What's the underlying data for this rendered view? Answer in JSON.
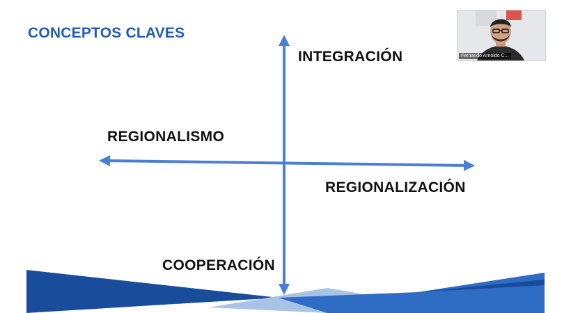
{
  "slide": {
    "title": "CONCEPTOS CLAVES",
    "terms": {
      "top": "INTEGRACIÓN",
      "left": "REGIONALISMO",
      "right": "REGIONALIZACIÓN",
      "bottom": "COOPERACIÓN"
    },
    "colors": {
      "title": "#1f5bb8",
      "axis": "#4a7fd4",
      "band_dark": "#1a4c9c",
      "band_mid": "#2f6cc4",
      "band_light": "#a9c3e6"
    }
  },
  "video_tile": {
    "participant_name": "Fernando Arnoldo C..."
  }
}
